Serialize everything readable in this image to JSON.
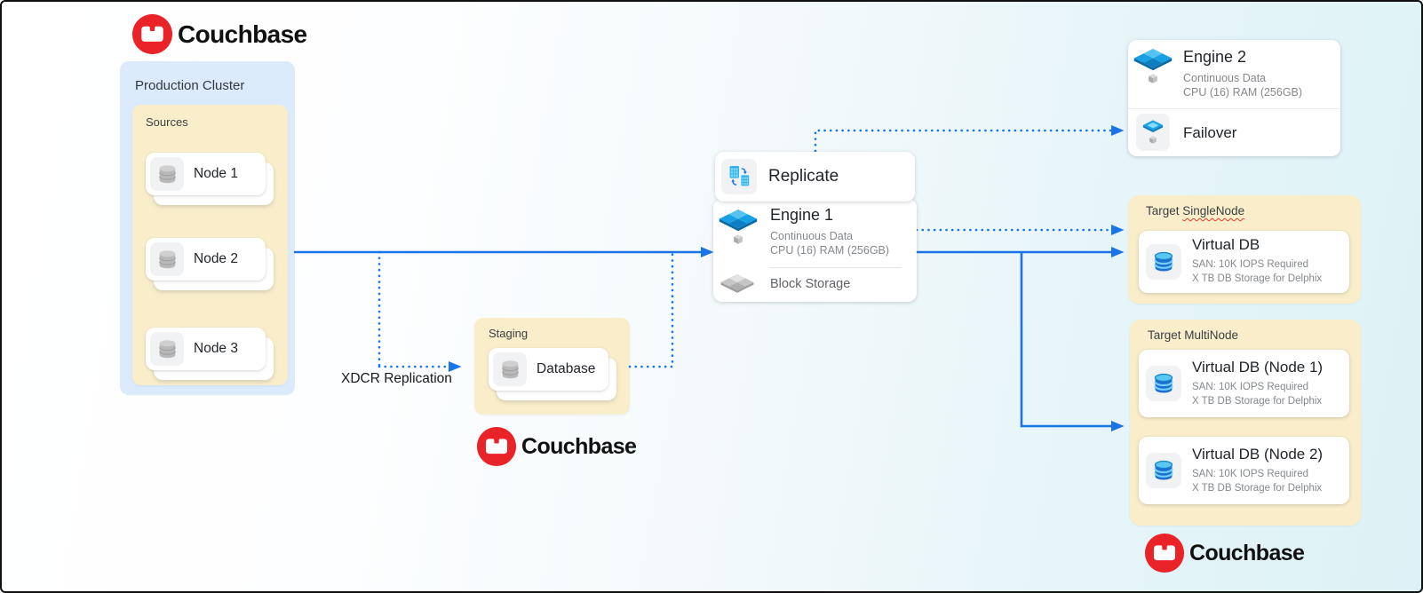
{
  "logos": {
    "brand": "Couchbase"
  },
  "production": {
    "title": "Production Cluster",
    "sources_title": "Sources",
    "nodes": [
      "Node 1",
      "Node 2",
      "Node 3"
    ]
  },
  "xdcr": {
    "label": "XDCR Replication"
  },
  "staging": {
    "title": "Staging",
    "database_label": "Database"
  },
  "replicate_stack": {
    "replicate_label": "Replicate",
    "engine1": {
      "title": "Engine 1",
      "subtitle1": "Continuous Data",
      "subtitle2": "CPU (16) RAM (256GB)"
    },
    "block_storage_label": "Block Storage"
  },
  "failover_stack": {
    "engine2": {
      "title": "Engine 2",
      "subtitle1": "Continuous Data",
      "subtitle2": "CPU (16) RAM (256GB)"
    },
    "failover_label": "Failover"
  },
  "target_single": {
    "title_prefix": "Target ",
    "title_word": "SingleNode",
    "vdb": {
      "title": "Virtual DB",
      "line1": "SAN: 10K IOPS Required",
      "line2": "X TB DB Storage for Delphix"
    }
  },
  "target_multi": {
    "title": "Target MultiNode",
    "vdbs": [
      {
        "title": "Virtual DB (Node 1)",
        "line1": "SAN: 10K IOPS Required",
        "line2": "X TB DB Storage for Delphix"
      },
      {
        "title": "Virtual DB (Node 2)",
        "line1": "SAN: 10K IOPS Required",
        "line2": "X TB DB Storage for Delphix"
      }
    ]
  },
  "colors": {
    "accent_blue": "#1a73e8",
    "couchbase_red": "#EA2328",
    "box_yellow": "#faeeca",
    "box_blue": "#dcebfb"
  }
}
